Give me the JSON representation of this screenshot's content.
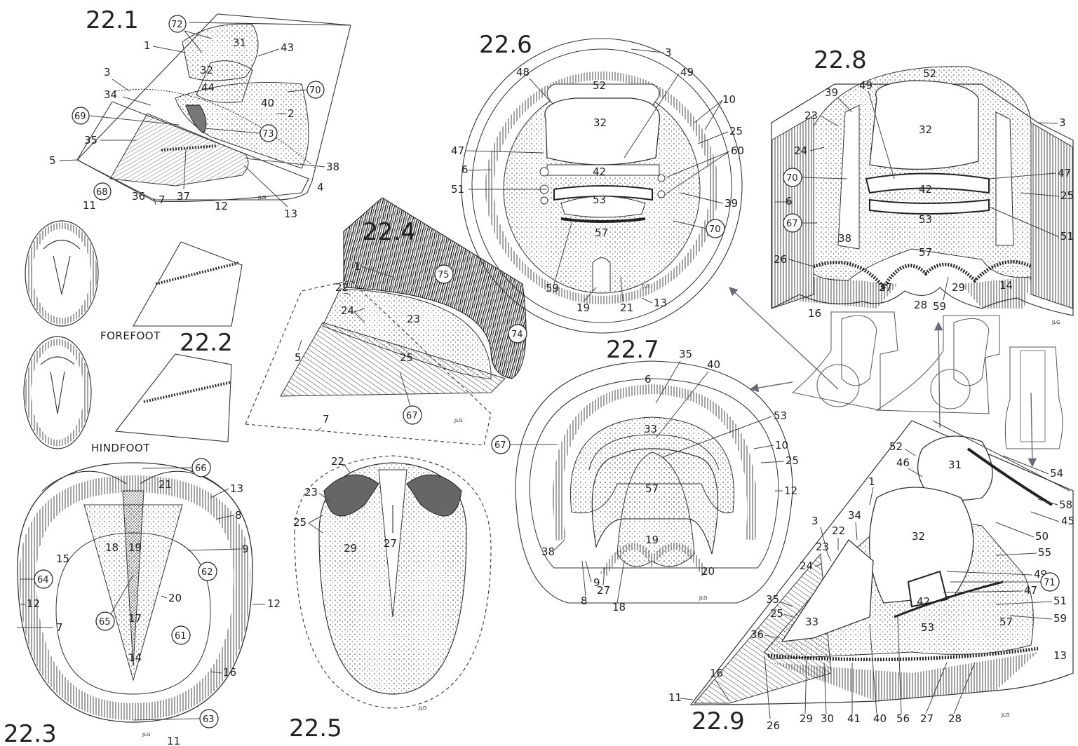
{
  "figures": {
    "f1": {
      "number": "22.1",
      "labels": [
        "1",
        "72",
        "31",
        "43",
        "3",
        "32",
        "34",
        "44",
        "40",
        "70",
        "2",
        "69",
        "73",
        "35",
        "5",
        "38",
        "68",
        "36",
        "37",
        "4",
        "11",
        "7",
        "12",
        "13"
      ],
      "signature": "JLG"
    },
    "f2": {
      "number": "22.2",
      "forefoot_label": "FOREFOOT",
      "hindfoot_label": "HINDFOOT"
    },
    "f3": {
      "number": "22.3",
      "labels": [
        "66",
        "21",
        "13",
        "8",
        "18",
        "19",
        "9",
        "15",
        "62",
        "64",
        "12",
        "20",
        "65",
        "17",
        "61",
        "7",
        "14",
        "16",
        "63",
        "11",
        "12"
      ],
      "signature": "JLG"
    },
    "f4": {
      "number": "22.4",
      "labels": [
        "1",
        "75",
        "22",
        "24",
        "23",
        "74",
        "5",
        "25",
        "67",
        "7"
      ],
      "signature": "JLG"
    },
    "f5": {
      "number": "22.5",
      "labels": [
        "22",
        "23",
        "25",
        "27",
        "29"
      ],
      "signature": "JLG"
    },
    "f6": {
      "number": "22.6",
      "labels": [
        "3",
        "48",
        "52",
        "49",
        "10",
        "32",
        "25",
        "47",
        "60",
        "6",
        "42",
        "51",
        "53",
        "39",
        "57",
        "70",
        "59",
        "19",
        "21",
        "13"
      ],
      "signature": "JLG"
    },
    "f7": {
      "number": "22.7",
      "labels": [
        "35",
        "40",
        "6",
        "53",
        "33",
        "67",
        "10",
        "25",
        "12",
        "57",
        "38",
        "19",
        "20",
        "9",
        "8",
        "27",
        "18"
      ],
      "signature": "JLG"
    },
    "f8": {
      "number": "22.8",
      "labels": [
        "52",
        "39",
        "49",
        "3",
        "23",
        "32",
        "24",
        "47",
        "70",
        "25",
        "6",
        "42",
        "67",
        "51",
        "38",
        "53",
        "57",
        "26",
        "27",
        "29",
        "14",
        "16",
        "28",
        "59"
      ],
      "signature": "JLG"
    },
    "f9": {
      "number": "22.9",
      "labels": [
        "52",
        "31",
        "46",
        "54",
        "1",
        "58",
        "34",
        "45",
        "3",
        "22",
        "32",
        "50",
        "23",
        "55",
        "24",
        "49",
        "47",
        "71",
        "42",
        "35",
        "33",
        "51",
        "25",
        "59",
        "57",
        "36",
        "53",
        "13",
        "16",
        "11",
        "26",
        "29",
        "30",
        "41",
        "40",
        "56",
        "27",
        "28"
      ],
      "signature": "JLG"
    }
  },
  "colors": {
    "ink": "#222222",
    "arrow": "#6a6a78",
    "paper": "#ffffff"
  }
}
